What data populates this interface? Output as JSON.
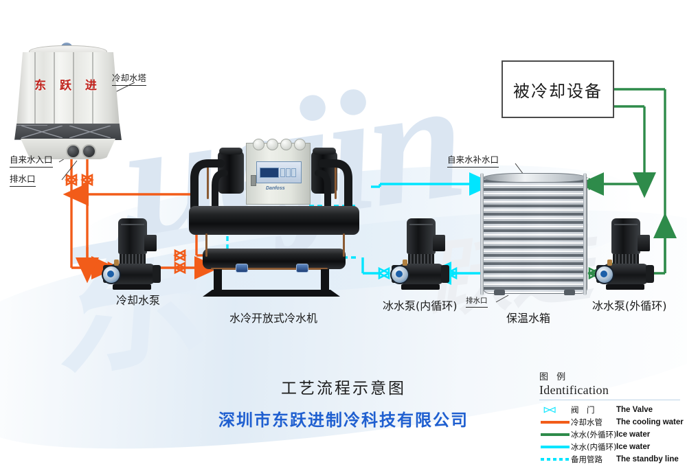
{
  "diagram": {
    "title_cn": "工艺流程示意图",
    "company_cn": "深圳市东跃进制冷科技有限公司"
  },
  "equipment": {
    "cooling_tower": {
      "label": "冷却水塔",
      "brand_text": "东 跃 进",
      "ports": [
        {
          "label": "自来水入口"
        },
        {
          "label": "排水口"
        }
      ]
    },
    "chiller": {
      "label": "水冷开放式冷水机"
    },
    "cooling_pump": {
      "label": "冷却水泵"
    },
    "chilled_pump_internal": {
      "label": "冰水泵(内循环)"
    },
    "chilled_pump_external": {
      "label": "冰水泵(外循环)"
    },
    "water_tank": {
      "label": "保温水箱",
      "makeup_port": "自来水补水口",
      "drain_port": "排水口"
    },
    "cooled_equipment": {
      "label": "被冷却设备"
    }
  },
  "legend": {
    "title_cn": "图 例",
    "title_en": "Identification",
    "items": [
      {
        "symbol": "valve-icon",
        "cn": "阀　门",
        "en": "The Valve",
        "color": "#00e5ff"
      },
      {
        "symbol": "solid-line",
        "cn": "冷却水管",
        "en": "The cooling water",
        "color": "#f25c19"
      },
      {
        "symbol": "solid-line",
        "cn": "冰水(外循环)",
        "en": "Ice water",
        "color": "#2e8b4a"
      },
      {
        "symbol": "solid-line",
        "cn": "冰水(内循环)",
        "en": "Ice water",
        "color": "#00e5ff"
      },
      {
        "symbol": "dashed-line",
        "cn": "备用管路",
        "en": "The standby line",
        "color": "#00e5ff"
      }
    ]
  },
  "colors": {
    "cooling_water": "#f25c19",
    "ice_water_external": "#2e8b4a",
    "ice_water_internal": "#00e5ff",
    "standby_line": "#00e5ff",
    "brand_red": "#c0201a",
    "company_blue": "#1f5fd0"
  }
}
